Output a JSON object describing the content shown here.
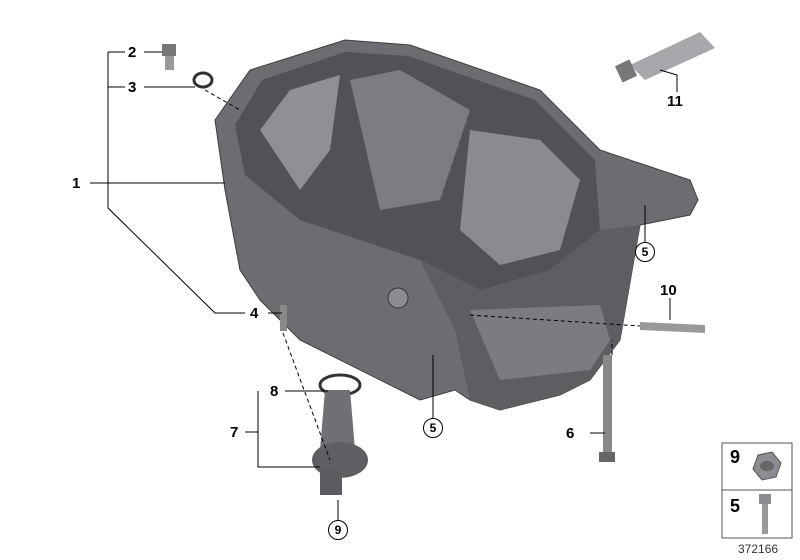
{
  "callouts": {
    "p1": "1",
    "p2": "2",
    "p3": "3",
    "p4": "4",
    "p5a": "5",
    "p5b": "5",
    "p6": "6",
    "p7": "7",
    "p8": "8",
    "p9": "9",
    "p10": "10",
    "p11": "11"
  },
  "legend_box": {
    "nut": "9",
    "bolt": "5"
  },
  "doc_number": "372166",
  "colors": {
    "part": "#6b6d70",
    "part_dark": "#4a4c4f",
    "part_light": "#9a9c9f",
    "line": "#000000"
  }
}
